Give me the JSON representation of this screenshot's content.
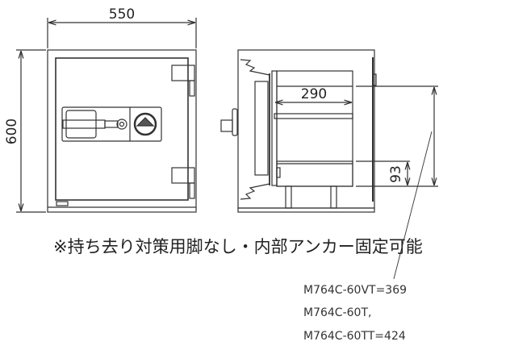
{
  "dimensions": {
    "width": "550",
    "height": "600",
    "inner_depth": "290",
    "drawer_height": "93"
  },
  "note": "※持ち去り対策用脚なし・内部アンカー固定可能",
  "models": [
    "M764C-60VT=369",
    "M764C-60T,",
    "M764C-60TT=424"
  ]
}
